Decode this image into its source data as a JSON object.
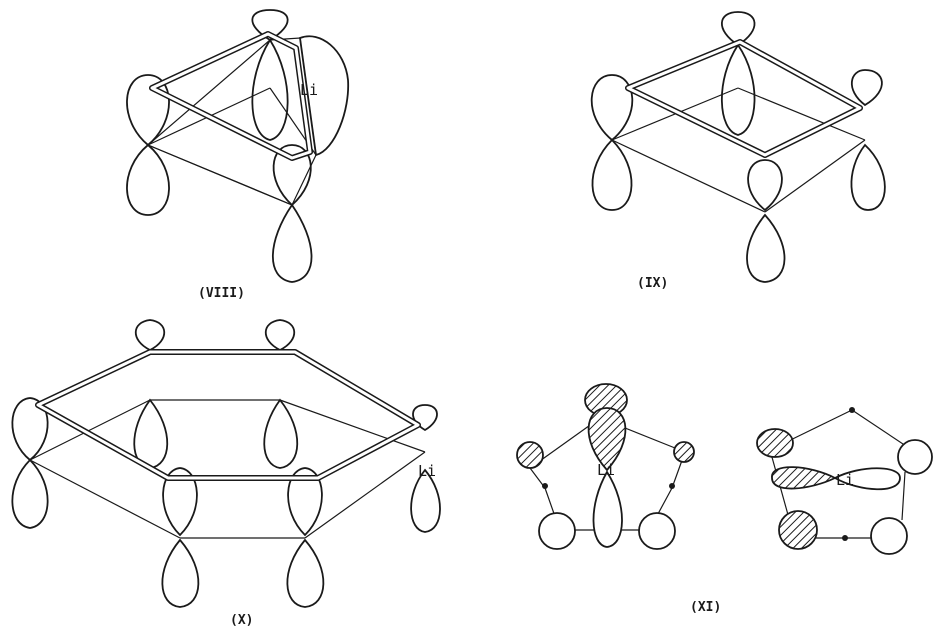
{
  "panels": [
    {
      "id": "viii",
      "caption": "(VIII)",
      "atom_label": "Li"
    },
    {
      "id": "ix",
      "caption": "(IX)",
      "atom_label": ""
    },
    {
      "id": "x",
      "caption": "(X)",
      "atom_label": "Li"
    },
    {
      "id": "xi",
      "caption": "(XI)",
      "atom_labels": [
        "Li",
        "Li"
      ]
    }
  ]
}
